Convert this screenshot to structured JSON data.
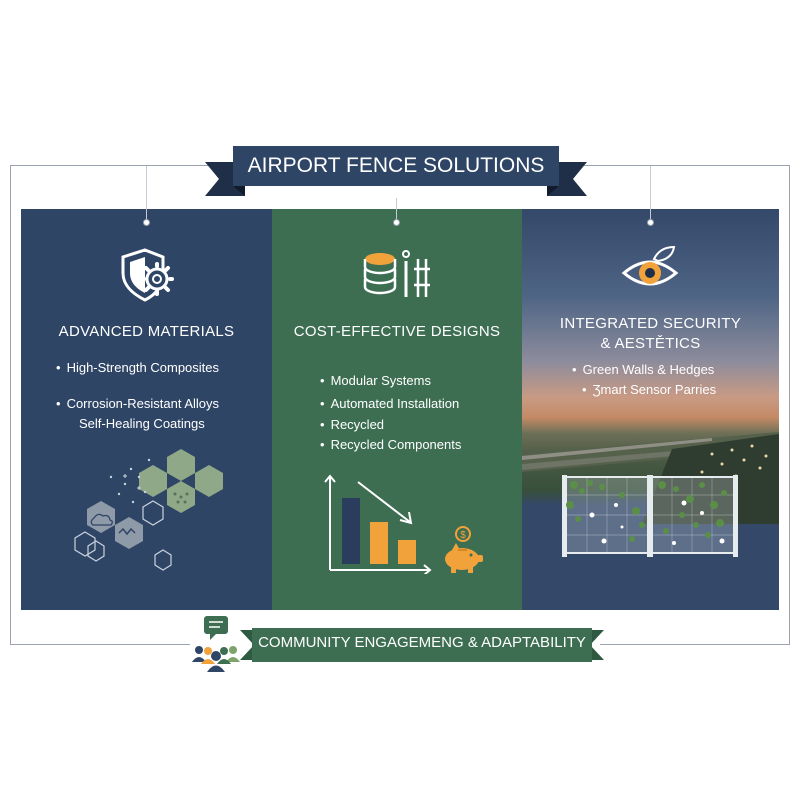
{
  "header": {
    "title": "AIRPORT FENCE SOLUTIONS"
  },
  "panels": [
    {
      "title": "ADVANCED MATERIALS",
      "icon": "shield-gear-icon",
      "bullets": [
        "High-Strength Composites",
        "Corrosion-Resistant Alloys",
        "Self-Healing Coatings"
      ]
    },
    {
      "title": "COST-EFFECTIVE DESIGNS",
      "icon": "stacked-coins-icon",
      "bullets": [
        "Modular Systems",
        "Automated Installation",
        "Recycled",
        "Recycled Components"
      ]
    },
    {
      "title_line1": "INTEGRATED SECURITY",
      "title_line2": "& AESTĚTICS",
      "icon": "eye-leaf-icon",
      "bullets": [
        "Green Walls & Hedges",
        "Ʒmart Sensor Parries"
      ]
    }
  ],
  "footer": {
    "title": "COMMUNITY ENGAGEMENG & ADAPTABILITY",
    "icon": "community-chat-icon"
  },
  "colors": {
    "navy": "#2f4566",
    "green": "#3d6e52",
    "accent_orange": "#f2a23a",
    "accent_green": "#7ea36b"
  }
}
